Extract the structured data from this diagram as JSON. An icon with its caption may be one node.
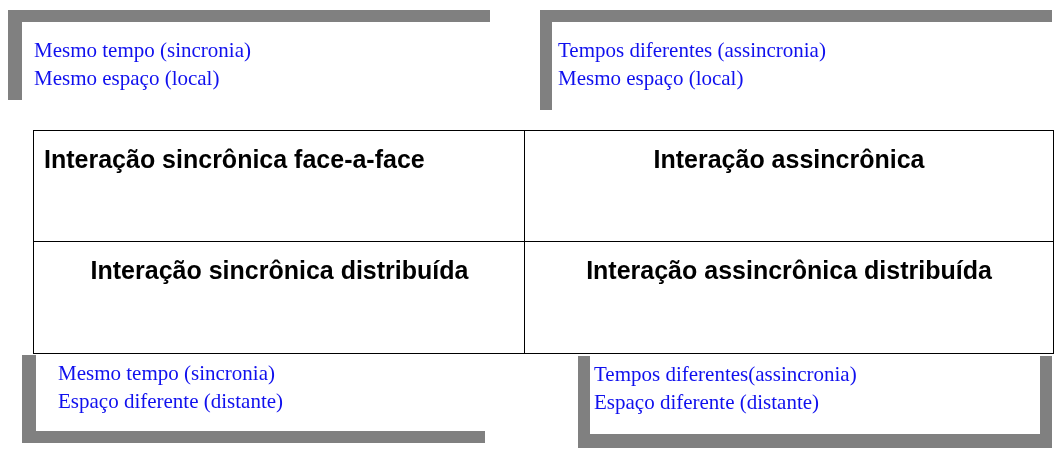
{
  "diagram": {
    "nodes": [
      {
        "text": [
          "Mesmo tempo (sincronia)",
          "Mesmo espaço (local)"
        ]
      },
      {
        "text": [
          "Tempos diferentes (assincronia)",
          "Mesmo espaço (local)"
        ]
      },
      {
        "text": [
          "Interação sincrônica face-a-face"
        ]
      },
      {
        "text": [
          "Interação assincrônica"
        ]
      },
      {
        "text": [
          "Interação sincrônica distribuída"
        ]
      },
      {
        "text": [
          "Interação assincrônica distribuída"
        ]
      },
      {
        "text": [
          "Mesmo tempo (sincronia)",
          "Espaço diferente (distante)"
        ]
      },
      {
        "text": [
          "Tempos diferentes(assincronia)",
          "Espaço diferente (distante)"
        ]
      }
    ]
  }
}
